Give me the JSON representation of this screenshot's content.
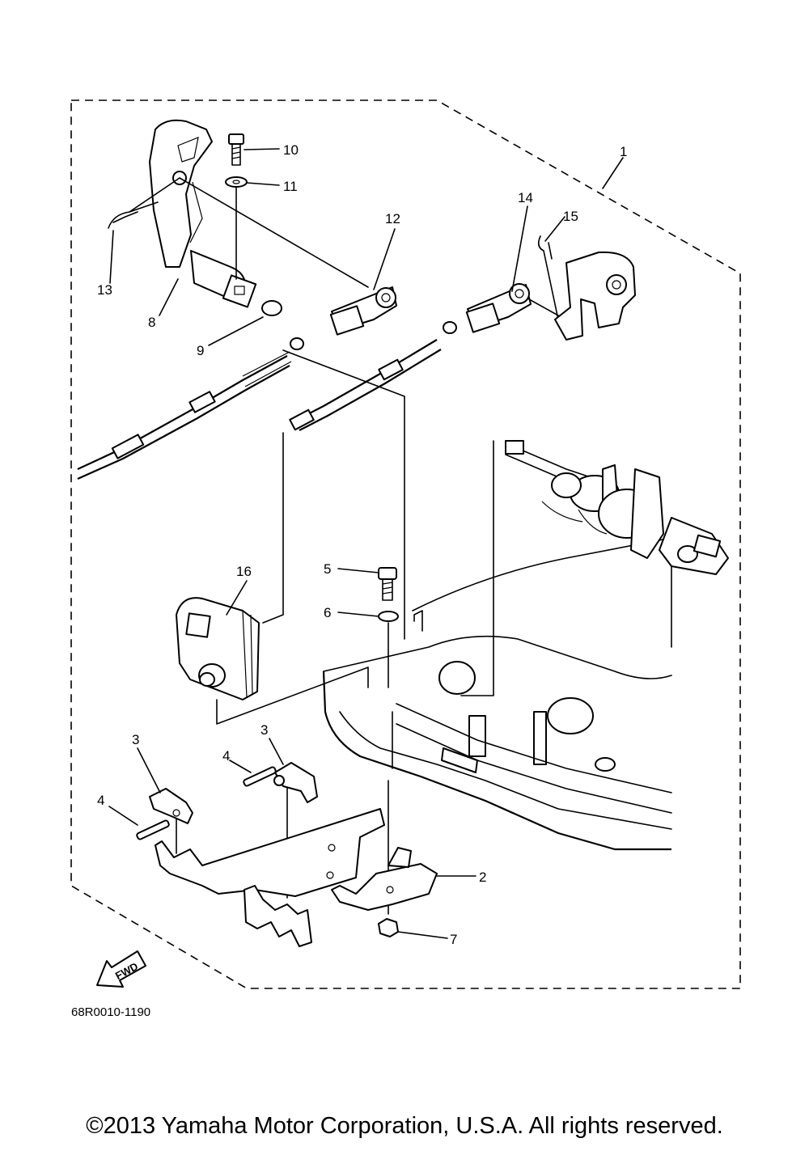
{
  "callouts": {
    "c1": "1",
    "c2": "2",
    "c3a": "3",
    "c3b": "3",
    "c4a": "4",
    "c4b": "4",
    "c5": "5",
    "c6": "6",
    "c7": "7",
    "c8": "8",
    "c9": "9",
    "c10": "10",
    "c11": "11",
    "c12": "12",
    "c13": "13",
    "c14": "14",
    "c15": "15",
    "c16": "16"
  },
  "fwd_label": "FWD",
  "part_number": "68R0010-1190",
  "copyright": "©2013 Yamaha Motor Corporation, U.S.A. All rights reserved.",
  "icons": {
    "fwd": "fwd-arrow-icon"
  }
}
